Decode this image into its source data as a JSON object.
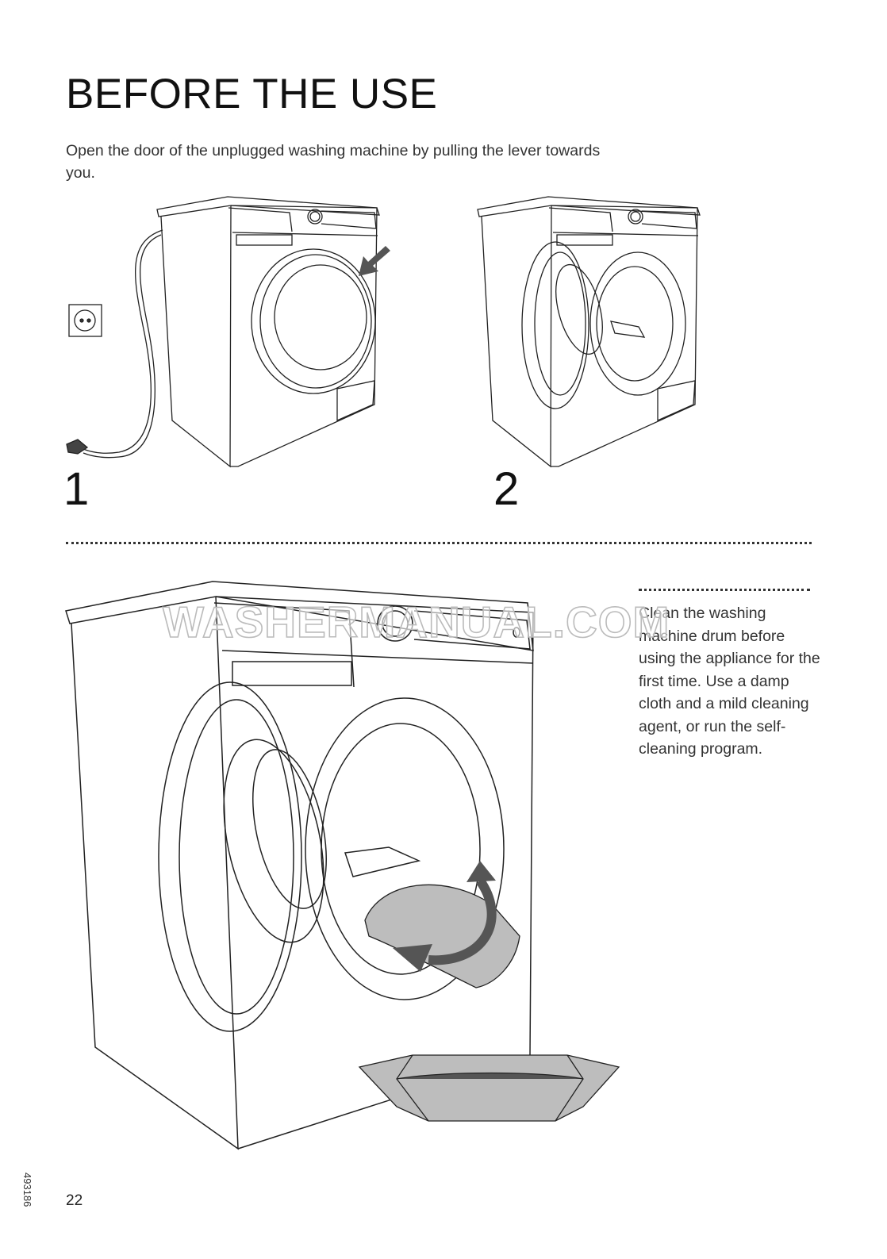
{
  "page": {
    "title": "BEFORE THE USE",
    "intro": "Open the door of the unplugged washing machine by pulling the lever towards you.",
    "steps": [
      {
        "label": "1"
      },
      {
        "label": "2"
      }
    ],
    "side_text": "Clean the washing machine drum before using the appliance for the first time. Use a damp cloth and a mild cleaning agent, or run the self-cleaning program.",
    "watermark": "WASHERMANUAL.COM",
    "page_number": "22",
    "doc_code": "493186"
  },
  "colors": {
    "line": "#222222",
    "arrow": "#555555",
    "fill_gray": "#bdbdbd"
  }
}
